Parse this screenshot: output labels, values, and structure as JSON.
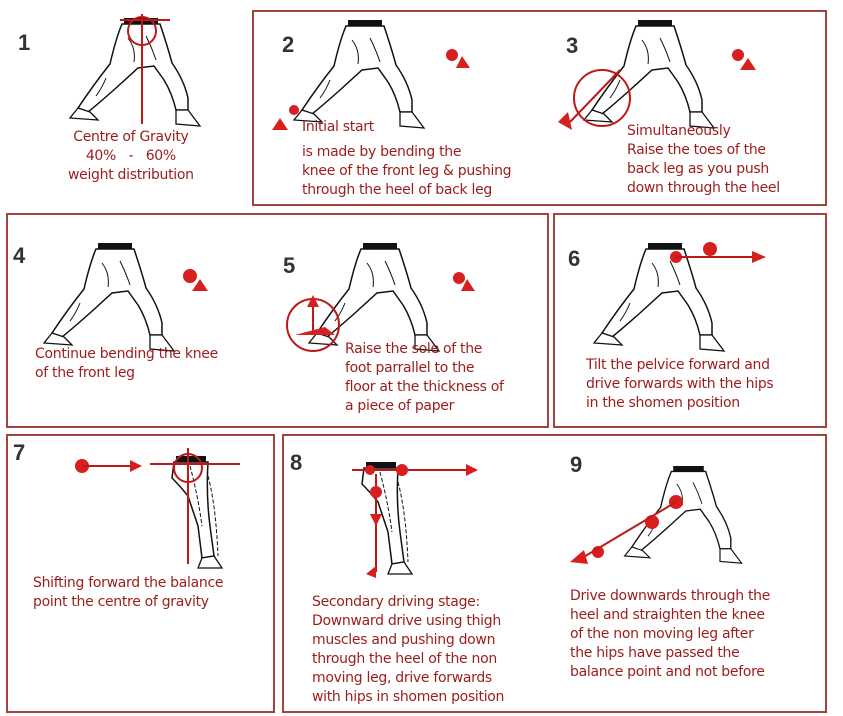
{
  "title": "Forward stance driving sequence",
  "colors": {
    "accent": "#d81f1f",
    "text": "#9c1c1c",
    "border": "#a5423c"
  },
  "steps": [
    {
      "number": "1",
      "lines": [
        "Centre of Gravity",
        "40%   -   60%",
        "weight distribution"
      ]
    },
    {
      "number": "2",
      "lines": [
        "Initial start",
        "is made by bending the",
        "knee of the front leg & pushing",
        "through the heel of back leg"
      ]
    },
    {
      "number": "3",
      "lines": [
        "Simultaneously",
        "Raise the toes of the",
        "back leg as you push",
        "down through the heel"
      ]
    },
    {
      "number": "4",
      "lines": [
        "Continue bending the knee",
        "of the front leg"
      ]
    },
    {
      "number": "5",
      "lines": [
        "Raise the sole of the",
        "foot parrallel to the",
        "floor at the thickness of",
        "a piece of paper"
      ]
    },
    {
      "number": "6",
      "lines": [
        "Tilt the pelvice forward and",
        "drive forwards with the hips",
        "in the shomen position"
      ]
    },
    {
      "number": "7",
      "lines": [
        "Shifting forward the balance",
        "point the centre of gravity"
      ]
    },
    {
      "number": "8",
      "lines": [
        "Secondary driving stage:",
        "Downward drive using thigh",
        "muscles and pushing down",
        "through the heel of the non",
        "moving leg, drive forwards",
        "with hips in shomen position"
      ]
    },
    {
      "number": "9",
      "lines": [
        "Drive downwards through the",
        "heel and straighten the knee",
        "of the non moving leg after",
        "the hips have passed the",
        "balance point and not before"
      ]
    }
  ]
}
